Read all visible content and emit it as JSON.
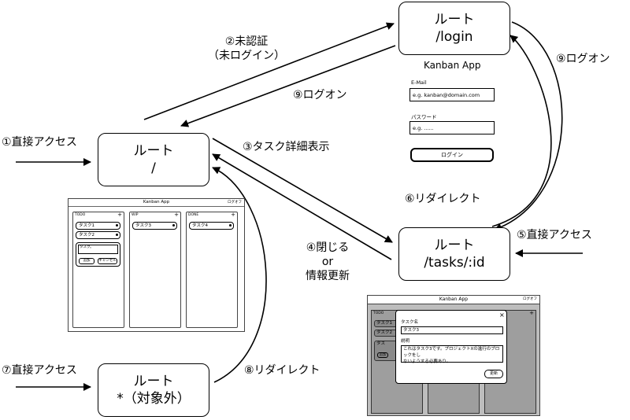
{
  "routes": {
    "login": {
      "line1": "ルート",
      "line2": "/login"
    },
    "root": {
      "line1": "ルート",
      "line2": "/"
    },
    "tasks": {
      "line1": "ルート",
      "line2": "/tasks/:id"
    },
    "other": {
      "line1": "ルート",
      "line2": "*（対象外）"
    }
  },
  "labels": {
    "unauth_1": "②未認証",
    "unauth_2": "（未ログイン）",
    "logon_left": "⑨ログオン",
    "logon_right": "⑨ログオン",
    "direct_1": "①直接アクセス",
    "task_detail": "③タスク詳細表示",
    "redirect_6": "⑥リダイレクト",
    "close_1": "④閉じる",
    "close_2": "or",
    "close_3": "情報更新",
    "direct_5": "⑤直接アクセス",
    "direct_7": "⑦直接アクセス",
    "redirect_8": "⑧リダイレクト"
  },
  "login_mock": {
    "title": "Kanban App",
    "email_label": "E-Mail",
    "email_value": "e.g. kanban@domain.com",
    "password_label": "パスワード",
    "password_value": "e.g. ......",
    "button": "ログイン"
  },
  "board_mock": {
    "title": "Kanban App",
    "logout": "ログオフ",
    "columns": [
      {
        "name": "TODO",
        "cards": [
          "タスク1",
          "タスク2"
        ]
      },
      {
        "name": "WIP",
        "cards": [
          "タスク3"
        ]
      },
      {
        "name": "DONE",
        "cards": [
          "タスク4"
        ]
      }
    ],
    "plus": "+",
    "new_card_text": "タスク。",
    "add_button": "追加",
    "cancel_button": "キャンセル"
  },
  "detail_mock": {
    "title": "Kanban App",
    "logout": "ログオフ",
    "col_todo": "TODO",
    "bg_cards": [
      "タスク1",
      "タスク2"
    ],
    "bg_partial": "タス",
    "bg_btn": "追加",
    "plus": "+",
    "close": "×",
    "name_label": "タスク名",
    "name_value": "タスク3",
    "desc_label": "説明",
    "desc_value_1": "これはタスク3です。プロジェクトXの進行のブロックをし",
    "desc_value_2": "ないようする必要あり。",
    "update_button": "更新"
  }
}
